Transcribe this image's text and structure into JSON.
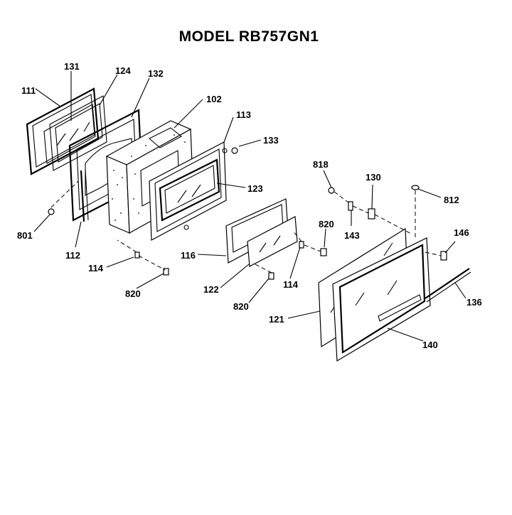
{
  "title": "MODEL RB757GN1",
  "labels": {
    "p111": "111",
    "p131": "131",
    "p124": "124",
    "p132": "132",
    "p102": "102",
    "p113": "113",
    "p133": "133",
    "p123": "123",
    "p801": "801",
    "p112": "112",
    "p114a": "114",
    "p820a": "820",
    "p116": "116",
    "p122": "122",
    "p114b": "114",
    "p820b": "820",
    "p820c": "820",
    "p818": "818",
    "p130": "130",
    "p143": "143",
    "p812": "812",
    "p146": "146",
    "p136": "136",
    "p121": "121",
    "p140": "140"
  }
}
